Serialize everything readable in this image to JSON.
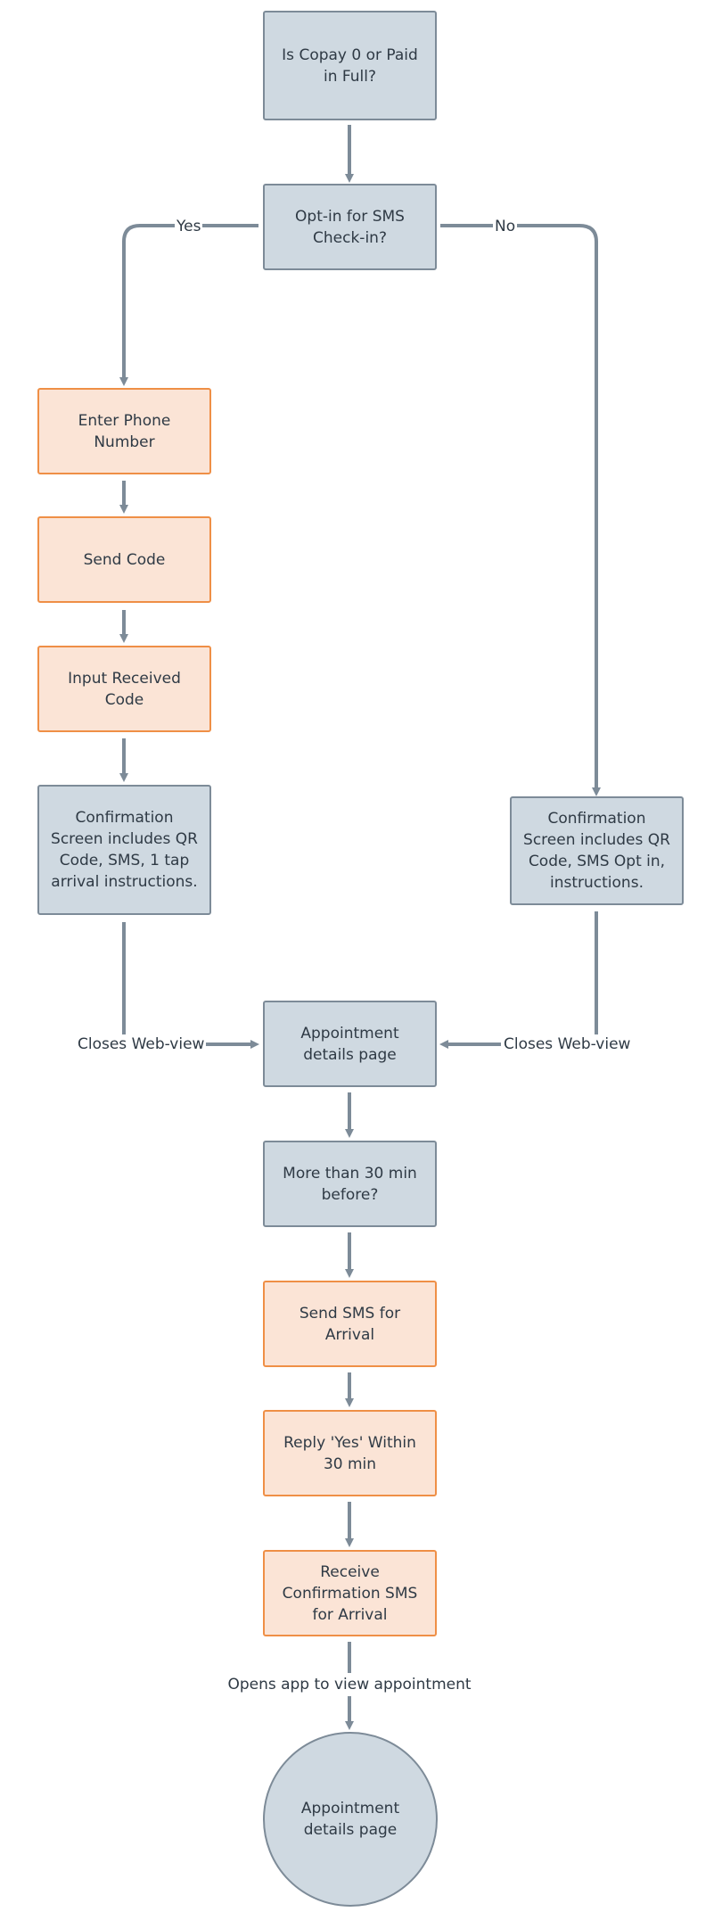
{
  "nodes": {
    "copay_question": "Is Copay 0 or Paid in Full?",
    "sms_optin_question": "Opt-in for SMS Check-in?",
    "enter_phone": "Enter Phone Number",
    "send_code": "Send Code",
    "input_code": "Input Received Code",
    "confirmation_left": "Confirmation Screen includes QR Code, SMS, 1 tap arrival instructions.",
    "confirmation_right": "Confirmation Screen includes QR Code, SMS Opt in, instructions.",
    "appointment_details_1": "Appointment details page",
    "more_than_30": "More than 30 min before?",
    "send_sms_arrival": "Send SMS for Arrival",
    "reply_yes": "Reply 'Yes' Within 30 min",
    "receive_confirmation": "Receive Confirmation SMS for Arrival",
    "appointment_details_2": "Appointment details page"
  },
  "edge_labels": {
    "yes": "Yes",
    "no": "No",
    "closes_webview_left": "Closes Web-view",
    "closes_webview_right": "Closes Web-view",
    "opens_app": "Opens app to view appointment"
  },
  "colors": {
    "gray_fill": "#cfd9e1",
    "gray_border": "#7d8b98",
    "orange_fill": "#fbe4d6",
    "orange_border": "#ef8f46",
    "connector": "#7d8b98"
  }
}
